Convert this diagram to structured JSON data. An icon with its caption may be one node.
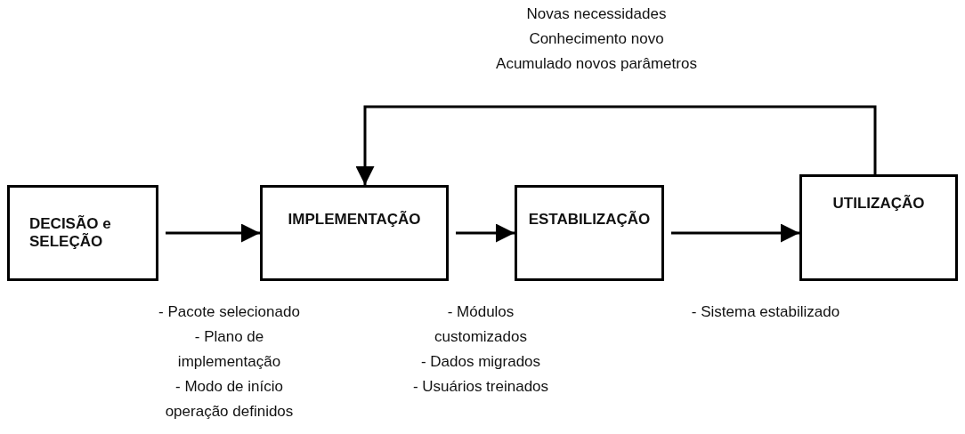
{
  "diagram": {
    "nodes": [
      {
        "text": [
          "DECISÃO e SELEÇÃO"
        ]
      },
      {
        "text": [
          "IMPLEMENTAÇÃO"
        ]
      },
      {
        "text": [
          "ESTABILIZAÇÃO"
        ]
      },
      {
        "text": [
          "UTILIZAÇÃO"
        ]
      }
    ],
    "edges": [
      {
        "from": 0,
        "to": 1,
        "arrow": "to"
      },
      {
        "from": 1,
        "to": 2,
        "arrow": "to"
      },
      {
        "from": 2,
        "to": 3,
        "arrow": "to"
      },
      {
        "from": 3,
        "to": 1,
        "arrow": "to"
      }
    ],
    "labels": [
      "Novas necessidades",
      "Conhecimento novo",
      "Acumulado novos parâmetros",
      "- Pacote selecionado",
      "- Plano de implementação",
      "- Modo de início operação definidos",
      "- Módulos customizados",
      "- Dados migrados",
      "- Usuários treinados",
      "- Sistema estabilizado"
    ]
  }
}
